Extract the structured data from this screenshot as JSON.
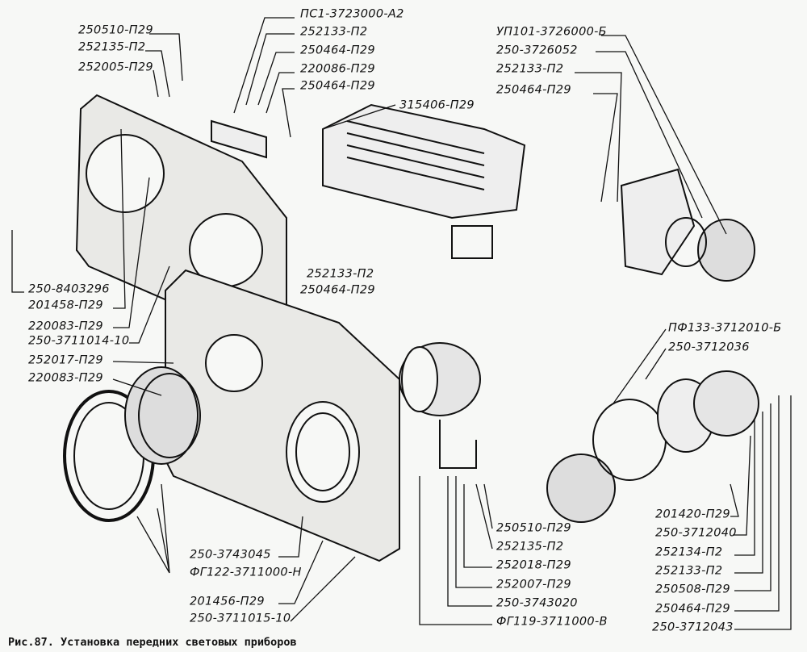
{
  "caption": "Рис.87. Установка передних световых приборов",
  "labels": [
    {
      "text": "250510-П29"
    },
    {
      "text": "252135-П2"
    },
    {
      "text": "252005-П29"
    },
    {
      "text": "ПС1-3723000-А2"
    },
    {
      "text": "252133-П2"
    },
    {
      "text": "250464-П29"
    },
    {
      "text": "220086-П29"
    },
    {
      "text": "250464-П29"
    },
    {
      "text": "315406-П29"
    },
    {
      "text": "УП101-3726000-Б"
    },
    {
      "text": "250-3726052"
    },
    {
      "text": "252133-П2"
    },
    {
      "text": "250464-П29"
    },
    {
      "text": "250-8403296"
    },
    {
      "text": "201458-П29"
    },
    {
      "text": "220083-П29"
    },
    {
      "text": "250-3711014-10"
    },
    {
      "text": "252017-П29"
    },
    {
      "text": "220083-П29"
    },
    {
      "text": "252133-П2"
    },
    {
      "text": "250464-П29"
    },
    {
      "text": "ПФ133-3712010-Б"
    },
    {
      "text": "250-3712036"
    },
    {
      "text": "201420-П29"
    },
    {
      "text": "250-3712040"
    },
    {
      "text": "252134-П2"
    },
    {
      "text": "252133-П2"
    },
    {
      "text": "250508-П29"
    },
    {
      "text": "250464-П29"
    },
    {
      "text": "250-3712043"
    },
    {
      "text": "250510-П29"
    },
    {
      "text": "252135-П2"
    },
    {
      "text": "252018-П29"
    },
    {
      "text": "252007-П29"
    },
    {
      "text": "250-3743020"
    },
    {
      "text": "ФГ119-3711000-В"
    },
    {
      "text": "250-3743045"
    },
    {
      "text": "ФГ122-3711000-Н"
    },
    {
      "text": "201456-П29"
    },
    {
      "text": "250-3711015-10"
    }
  ]
}
